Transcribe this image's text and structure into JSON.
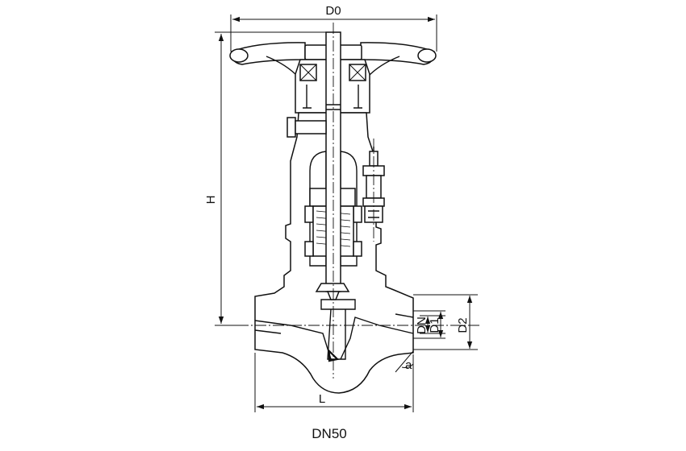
{
  "drawing": {
    "caption": "DN50",
    "dimensions": {
      "d0": "D0",
      "h": "H",
      "l": "L",
      "dn": "DN",
      "d1": "D1",
      "d2": "D2",
      "a": "a"
    }
  }
}
